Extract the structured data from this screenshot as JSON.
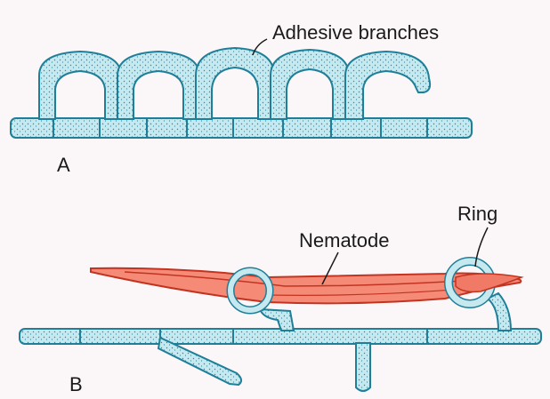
{
  "labels": {
    "adhesive_branches": "Adhesive branches",
    "panel_a": "A",
    "nematode": "Nematode",
    "ring": "Ring",
    "panel_b": "B"
  },
  "colors": {
    "background": "#fbf7f8",
    "hypha_fill": "#bfe6ee",
    "hypha_stroke": "#1f7f98",
    "nematode_fill": "#f07a66",
    "nematode_stroke": "#c23421",
    "label_line": "#1a1a1a"
  }
}
